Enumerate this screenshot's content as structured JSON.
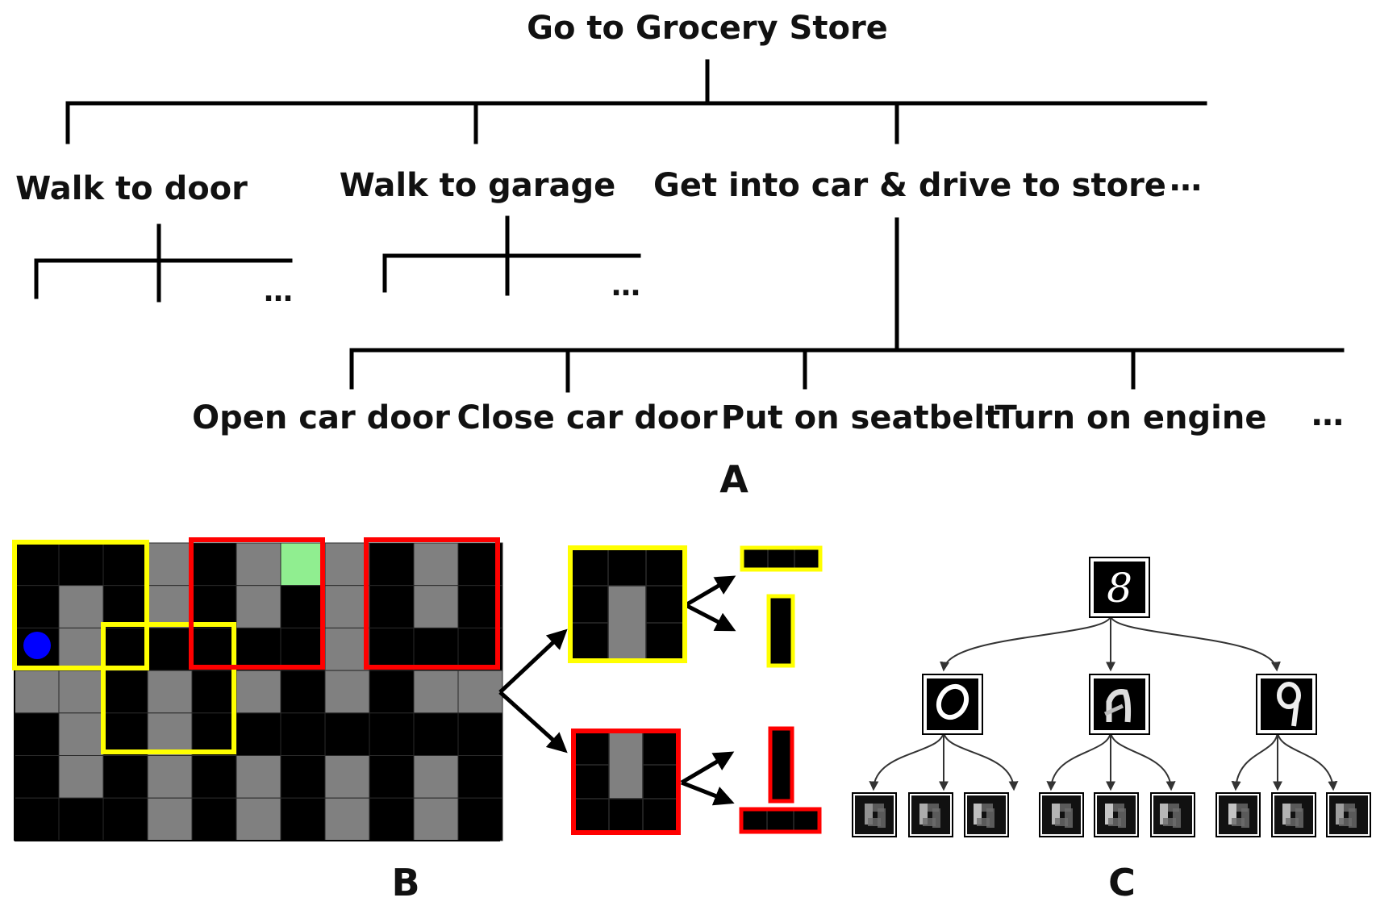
{
  "panel_a": {
    "root": "Go to Grocery Store",
    "level1": [
      "Walk to door",
      "Walk to garage",
      "Get into car & drive to store",
      "…"
    ],
    "level2": [
      "Open car door",
      "Close car door",
      "Put on seatbelt",
      "Turn on engine",
      "…"
    ],
    "ellipsis": "…",
    "panel_label": "A"
  },
  "panel_b": {
    "panel_label": "B",
    "grid_rows": 7,
    "grid_cols": 11,
    "legend_colors": {
      "wall": "#000000",
      "floor": "#808080",
      "goal": "#90ee90",
      "agent": "#0000ff",
      "option_a": "#ffff00",
      "option_b": "#ff0000"
    }
  },
  "panel_c": {
    "panel_label": "C",
    "root_digit": "8",
    "level1_digits": [
      "0",
      "a",
      "9"
    ]
  }
}
